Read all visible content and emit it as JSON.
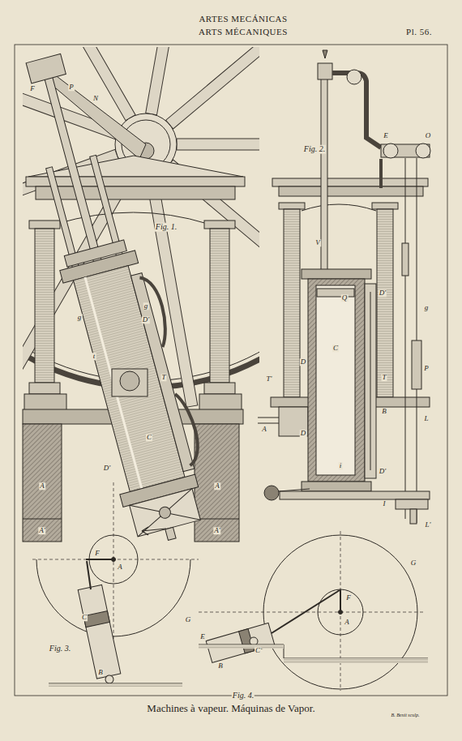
{
  "diagram": {
    "title": "ARTES MECÁNICAS",
    "caption": "Machines à vapeur. Máquinas de Vapor.",
    "labels": [
      "ARTS MÉCANIQUES",
      "Pl. 56.",
      "Fig. 1.",
      "Fig. 2.",
      "Fig. 3.",
      "Fig. 4.",
      "B. Benit sculp.",
      "F",
      "P",
      "N",
      "A",
      "A",
      "A'",
      "A'",
      "C",
      "D'",
      "g",
      "g",
      "T",
      "D'",
      "t",
      "V",
      "C",
      "D",
      "D",
      "D'",
      "D'",
      "T",
      "T'",
      "A",
      "B",
      "L",
      "I",
      "L'",
      "E",
      "O",
      "Q",
      "P",
      "g",
      "i",
      "F",
      "A",
      "G",
      "C",
      "B",
      "G",
      "E",
      "B",
      "C",
      "F",
      "A"
    ]
  }
}
